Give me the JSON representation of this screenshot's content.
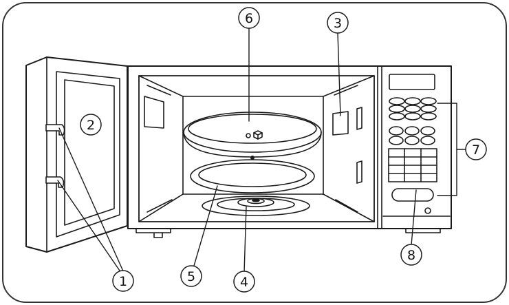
{
  "diagram": {
    "callouts": [
      {
        "id": "1",
        "label": "1"
      },
      {
        "id": "2",
        "label": "2"
      },
      {
        "id": "3",
        "label": "3"
      },
      {
        "id": "4",
        "label": "4"
      },
      {
        "id": "5",
        "label": "5"
      },
      {
        "id": "6",
        "label": "6"
      },
      {
        "id": "7",
        "label": "7"
      },
      {
        "id": "8",
        "label": "8"
      }
    ]
  },
  "colors": {
    "line": "#1a1a1a",
    "frame": "#333333",
    "door_fill": "#ffffff",
    "body_fill": "#ffffff"
  }
}
